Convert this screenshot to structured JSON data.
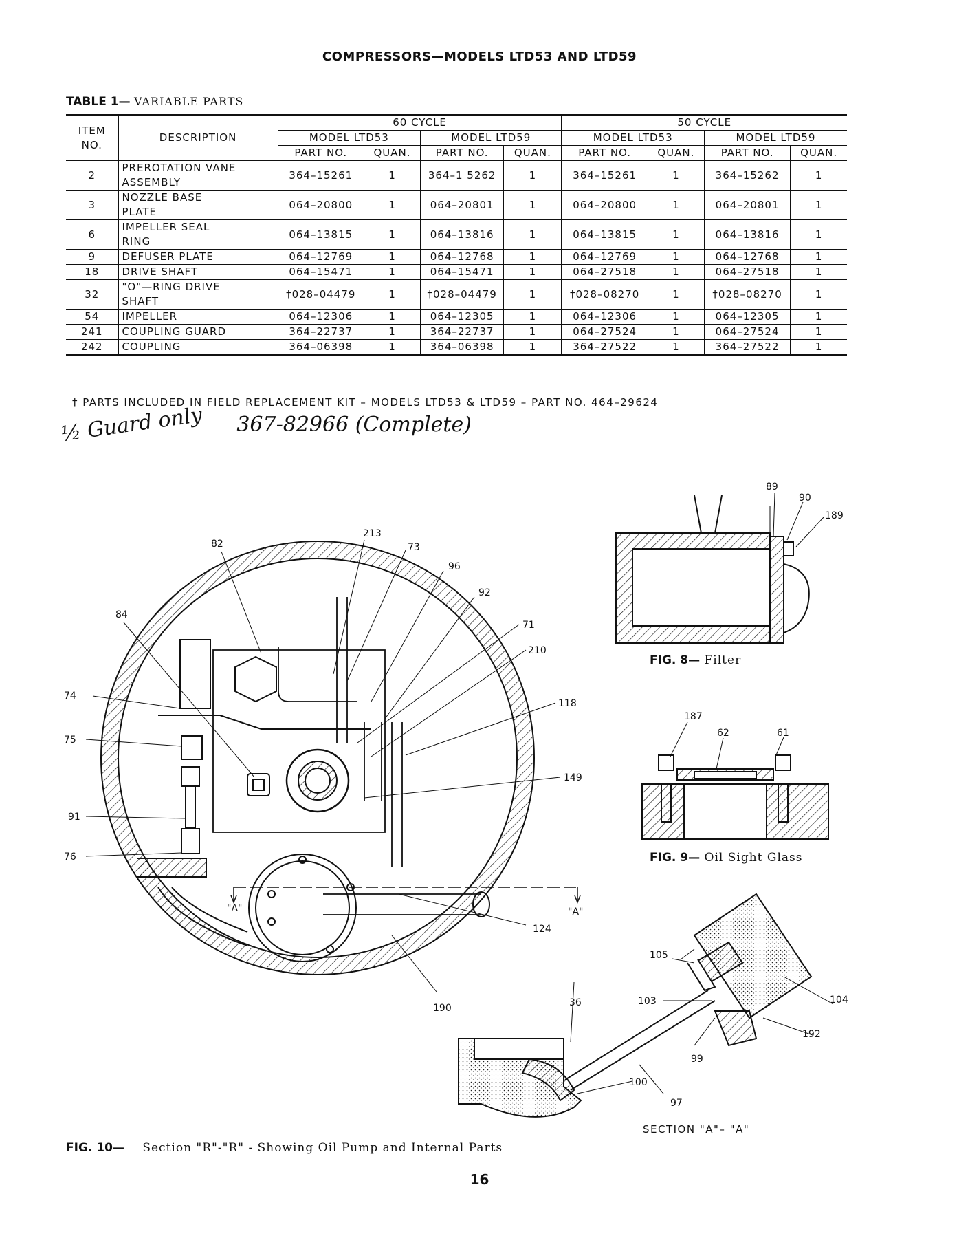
{
  "title": "COMPRESSORS—MODELS LTD53 AND LTD59",
  "table": {
    "caption_label": "TABLE 1—",
    "caption_text": "VARIABLE PARTS",
    "header": {
      "item_no": "ITEM NO.",
      "description": "DESCRIPTION",
      "cycle_60": "60 CYCLE",
      "cycle_50": "50 CYCLE",
      "model_ltd53": "MODEL LTD53",
      "model_ltd59": "MODEL LTD59",
      "part_no": "PART NO.",
      "quan": "QUAN."
    },
    "rows": [
      {
        "item": "2",
        "desc1": "PREROTATION VANE",
        "desc2": "ASSEMBLY",
        "p1": "364–15261",
        "q1": "1",
        "p2": "364–1 5262",
        "q2": "1",
        "p3": "364–15261",
        "q3": "1",
        "p4": "364–15262",
        "q4": "1"
      },
      {
        "item": "3",
        "desc1": "NOZZLE BASE",
        "desc2": "PLATE",
        "p1": "064–20800",
        "q1": "1",
        "p2": "064–20801",
        "q2": "1",
        "p3": "064–20800",
        "q3": "1",
        "p4": "064–20801",
        "q4": "1"
      },
      {
        "item": "6",
        "desc1": "IMPELLER SEAL",
        "desc2": "RING",
        "p1": "064–13815",
        "q1": "1",
        "p2": "064–13816",
        "q2": "1",
        "p3": "064–13815",
        "q3": "1",
        "p4": "064–13816",
        "q4": "1"
      },
      {
        "item": "9",
        "desc1": "DEFUSER PLATE",
        "desc2": "",
        "p1": "064–12769",
        "q1": "1",
        "p2": "064–12768",
        "q2": "1",
        "p3": "064–12769",
        "q3": "1",
        "p4": "064–12768",
        "q4": "1"
      },
      {
        "item": "18",
        "desc1": "DRIVE SHAFT",
        "desc2": "",
        "p1": "064–15471",
        "q1": "1",
        "p2": "064–15471",
        "q2": "1",
        "p3": "064–27518",
        "q3": "1",
        "p4": "064–27518",
        "q4": "1"
      },
      {
        "item": "32",
        "desc1": "\"O\"—RING DRIVE",
        "desc2": "SHAFT",
        "p1": "†028–04479",
        "q1": "1",
        "p2": "†028–04479",
        "q2": "1",
        "p3": "†028–08270",
        "q3": "1",
        "p4": "†028–08270",
        "q4": "1"
      },
      {
        "item": "54",
        "desc1": "IMPELLER",
        "desc2": "",
        "p1": "064–12306",
        "q1": "1",
        "p2": "064–12305",
        "q2": "1",
        "p3": "064–12306",
        "q3": "1",
        "p4": "064–12305",
        "q4": "1"
      },
      {
        "item": "241",
        "desc1": "COUPLING GUARD",
        "desc2": "",
        "p1": "364–22737",
        "q1": "1",
        "p2": "364–22737",
        "q2": "1",
        "p3": "064–27524",
        "q3": "1",
        "p4": "064–27524",
        "q4": "1"
      },
      {
        "item": "242",
        "desc1": "COUPLING",
        "desc2": "",
        "p1": "364–06398",
        "q1": "1",
        "p2": "364–06398",
        "q2": "1",
        "p3": "364–27522",
        "q3": "1",
        "p4": "364–27522",
        "q4": "1"
      }
    ],
    "footnote": "† PARTS INCLUDED IN FIELD REPLACEMENT KIT – MODELS LTD53 & LTD59 – PART NO. 464–29624"
  },
  "handwriting": {
    "left_note": "½ Guard only",
    "right_note": "367-82966 (Complete)"
  },
  "figures": {
    "fig8": {
      "label": "FIG. 8—",
      "text": "Filter",
      "callouts": [
        "89",
        "90",
        "189"
      ]
    },
    "fig9": {
      "label": "FIG. 9—",
      "text": "Oil Sight Glass",
      "callouts": [
        "187",
        "62",
        "61"
      ]
    },
    "fig10": {
      "label": "FIG. 10—",
      "text": "Section \"R\"-\"R\" - Showing Oil Pump and Internal Parts",
      "callouts": [
        "213",
        "82",
        "73",
        "96",
        "92",
        "84",
        "71",
        "210",
        "74",
        "118",
        "75",
        "149",
        "91",
        "76",
        "124",
        "190"
      ],
      "section_marks": [
        "\"A\"",
        "\"A\""
      ]
    },
    "section_aa": {
      "caption": "SECTION \"A\"– \"A\"",
      "callouts": [
        "105",
        "104",
        "103",
        "192",
        "36",
        "99",
        "100",
        "97"
      ]
    }
  },
  "page_number": "16"
}
